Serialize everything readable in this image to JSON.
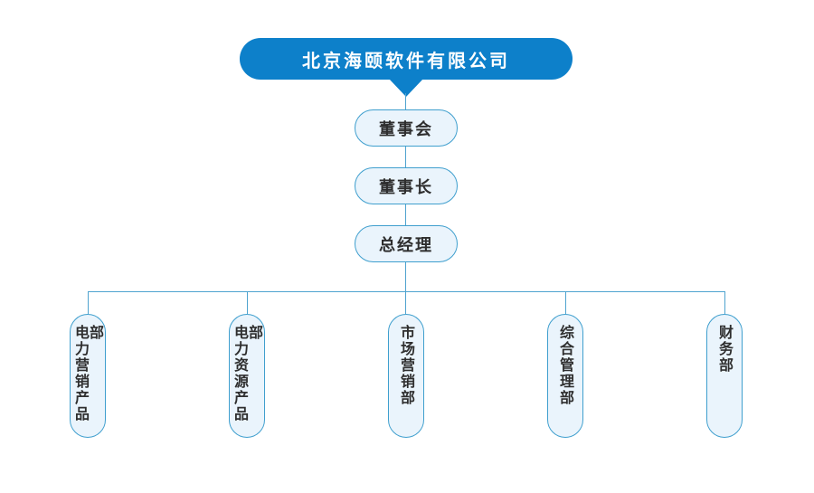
{
  "org_chart": {
    "root": {
      "label": "北京海颐软件有限公司"
    },
    "chain": [
      {
        "label": "董事会"
      },
      {
        "label": "董事长"
      },
      {
        "label": "总经理"
      }
    ],
    "departments": [
      {
        "label": "电力营销产品部"
      },
      {
        "label": "电力资源产品部"
      },
      {
        "label": "市场营销部"
      },
      {
        "label": "综合管理部"
      },
      {
        "label": "财务部"
      }
    ],
    "colors": {
      "root_fill": "#0d80ca",
      "root_text": "#ffffff",
      "node_fill": "#eaf4fc",
      "node_border": "#3f9fce",
      "node_text": "#2e2e2e",
      "connector": "#4fa3cf",
      "canvas_bg": "#ffffff"
    }
  }
}
